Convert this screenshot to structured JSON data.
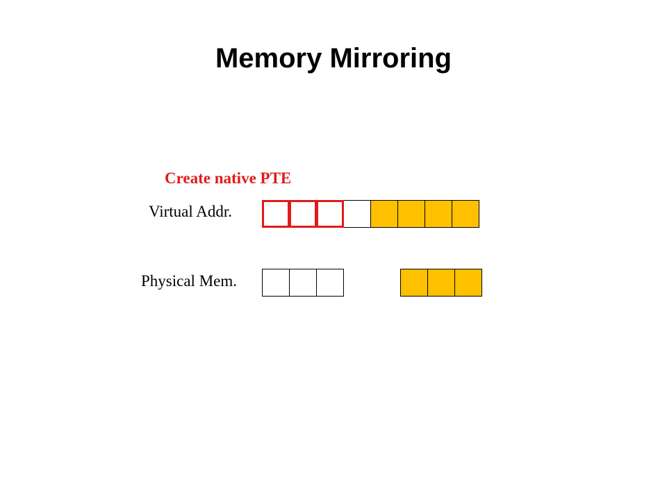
{
  "title": "Memory Mirroring",
  "annotation": {
    "text": "Create native PTE",
    "color": "#e01b1b"
  },
  "rows": {
    "virtual": {
      "label": "Virtual Addr.",
      "cells": [
        {
          "fill": "#ffffff",
          "highlight": true
        },
        {
          "fill": "#ffffff",
          "highlight": true
        },
        {
          "fill": "#ffffff",
          "highlight": true
        },
        {
          "fill": "#ffffff",
          "highlight": false
        },
        {
          "fill": "#ffc000",
          "highlight": false
        },
        {
          "fill": "#ffc000",
          "highlight": false
        },
        {
          "fill": "#ffc000",
          "highlight": false
        },
        {
          "fill": "#ffc000",
          "highlight": false
        }
      ]
    },
    "physical": {
      "label": "Physical Mem.",
      "groups": [
        {
          "cells": [
            {
              "fill": "#ffffff"
            },
            {
              "fill": "#ffffff"
            },
            {
              "fill": "#ffffff"
            }
          ]
        },
        {
          "cells": [
            {
              "fill": "#ffc000"
            },
            {
              "fill": "#ffc000"
            },
            {
              "fill": "#ffc000"
            }
          ]
        }
      ]
    }
  }
}
